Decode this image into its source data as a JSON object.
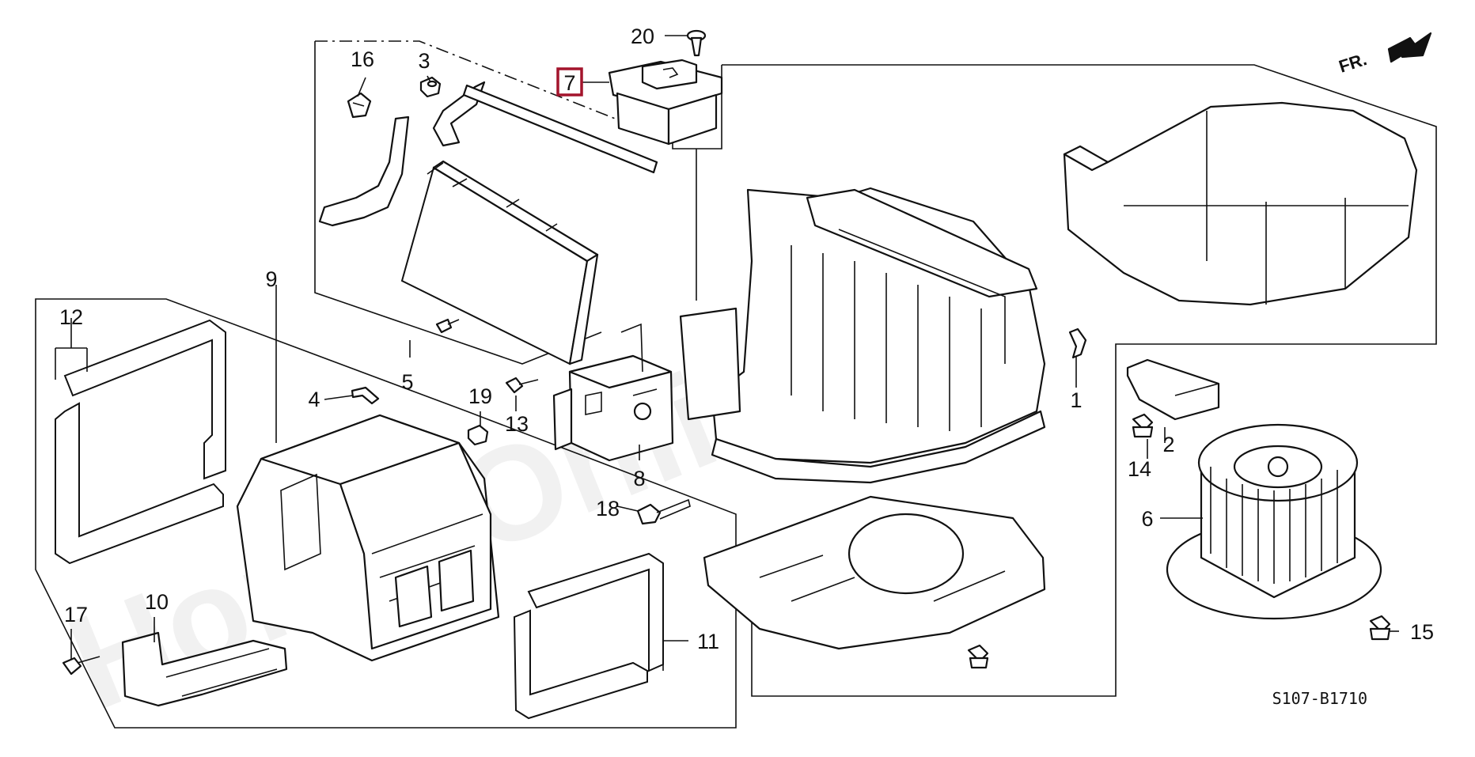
{
  "diagram_code": "S107-B1710",
  "watermark": "HondaOnline.ru",
  "front_indicator": "FR.",
  "highlighted_part": "7",
  "callouts": {
    "c1": "1",
    "c2": "2",
    "c3": "3",
    "c4": "4",
    "c5": "5",
    "c6": "6",
    "c7": "7",
    "c8": "8",
    "c9": "9",
    "c10": "10",
    "c11": "11",
    "c12": "12",
    "c13": "13",
    "c14": "14",
    "c15": "15",
    "c16": "16",
    "c17": "17",
    "c18": "18",
    "c19": "19",
    "c20": "20"
  },
  "colors": {
    "highlight": "#a3142c",
    "line": "#111111"
  }
}
